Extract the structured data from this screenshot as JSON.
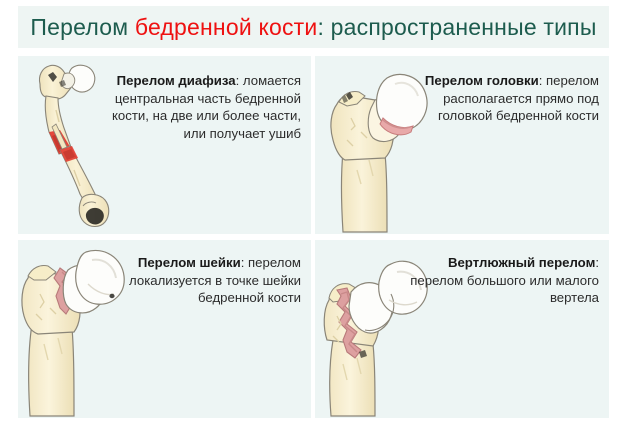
{
  "title": {
    "part1": "Перелом ",
    "highlight": "бедренной кости",
    "part2": ": распространенные типы",
    "color_dark": "#1d5c4e",
    "color_highlight": "#ee1111"
  },
  "background": {
    "page": "#ffffff",
    "panel": "#edf5f4",
    "banner": "#eef5f3"
  },
  "panels": [
    {
      "id": "diaphyseal-fracture",
      "term": "Перелом диафиза",
      "separator": ":",
      "description": " ломается центральная часть бедренной кости, на две или более части, или получает ушиб",
      "illustration": "full-femur-with-midshaft-fracture"
    },
    {
      "id": "head-fracture",
      "term": "Перелом головки",
      "separator": ":",
      "description": " перелом располагается прямо под головкой бедренной кости",
      "illustration": "proximal-femur-with-subcapital-fracture"
    },
    {
      "id": "neck-fracture",
      "term": "Перелом шейки",
      "separator": ":",
      "description": " перелом локализуется в точке шейки бедренной кости",
      "illustration": "proximal-femur-with-neck-fracture"
    },
    {
      "id": "trochanteric-fracture",
      "term": "Вертлюжный перелом",
      "separator": ":",
      "description": " перелом большого или малого вертела",
      "illustration": "proximal-femur-with-trochanteric-fracture"
    }
  ],
  "art_colors": {
    "bone_fill": "#f7eeca",
    "bone_light": "#fdfaf0",
    "cartilage_white": "#fdfdfb",
    "outline": "#8a8578",
    "fracture_pink": "#dda0a0",
    "fracture_red": "#e23b30",
    "fracture_dark": "#b13a33"
  }
}
